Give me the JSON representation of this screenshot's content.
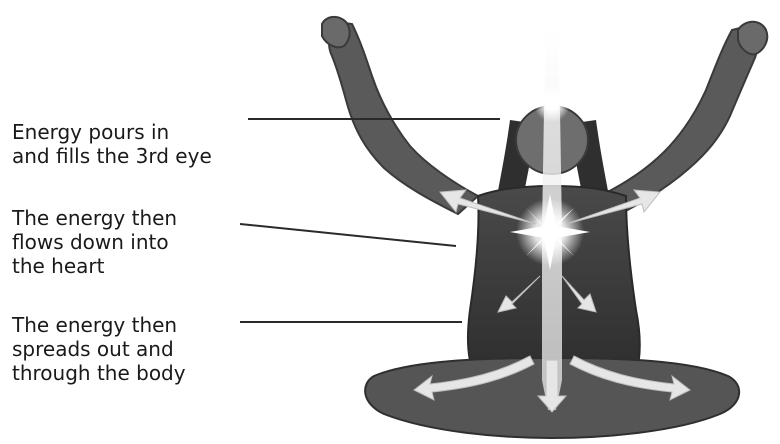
{
  "labels": [
    {
      "text": "Energy pours in\nand fills the 3rd eye"
    },
    {
      "text": "The energy then\nflows down into\nthe heart"
    },
    {
      "text": "The energy then\nspreads out and\nthrough the body"
    }
  ],
  "colors": {
    "text": "#1a1a1a",
    "figure_dark": "#3a3a3a",
    "figure_mid": "#5e5e5e",
    "figure_light": "#8a8a8a",
    "energy": "#e8e8e8",
    "glow": "#ffffff"
  },
  "icons": [
    "meditating-figure",
    "crown-light-icon",
    "heart-star-icon",
    "energy-arrow-icon"
  ]
}
